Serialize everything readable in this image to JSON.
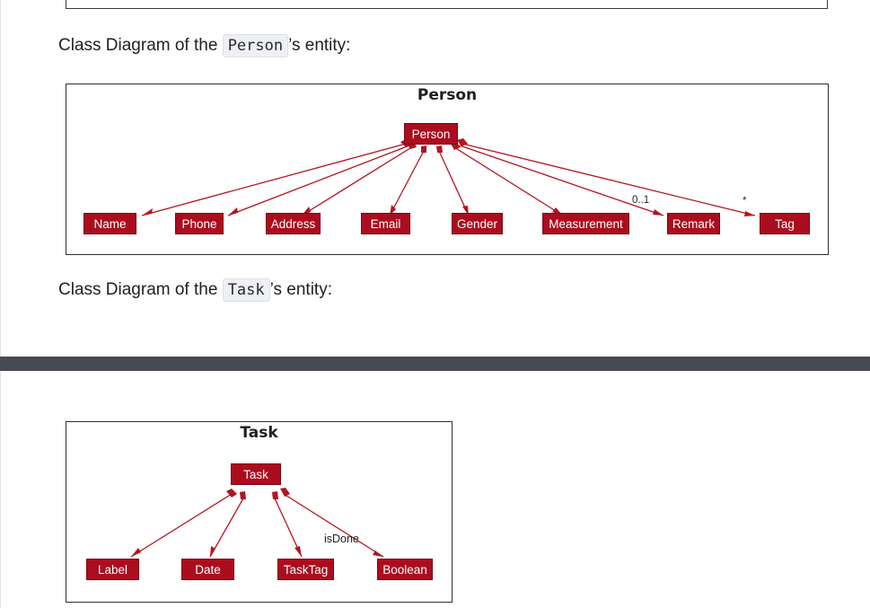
{
  "captions": {
    "person": {
      "prefix": "Class Diagram of the ",
      "code": "Person",
      "suffix": "’s entity:"
    },
    "task": {
      "prefix": "Class Diagram of the ",
      "code": "Task",
      "suffix": "’s entity:"
    }
  },
  "person_diagram": {
    "title": "Person",
    "root": "Person",
    "children": [
      "Name",
      "Phone",
      "Address",
      "Email",
      "Gender",
      "Measurement",
      "Remark",
      "Tag"
    ],
    "remark_multiplicity": "0..1",
    "tag_multiplicity": "*"
  },
  "task_diagram": {
    "title": "Task",
    "root": "Task",
    "children": [
      "Label",
      "Date",
      "TaskTag",
      "Boolean"
    ],
    "boolean_role": "isDone"
  },
  "colors": {
    "node_fill": "#ab0d1e",
    "edge": "#b3141f",
    "divider": "#464b51"
  }
}
